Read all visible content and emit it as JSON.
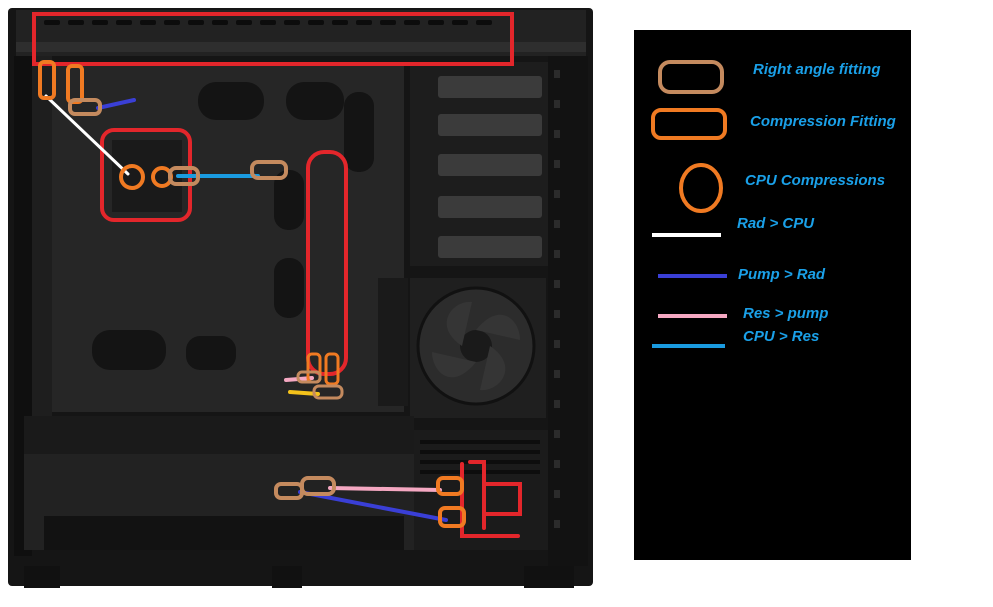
{
  "colors": {
    "page_bg": "#ffffff",
    "case_dark": "#1b1b1b",
    "case_panel": "#2a2a2a",
    "case_edge": "#3a3a3a",
    "legend_bg": "#000000",
    "legend_text": "#1aa0e8",
    "annotation_red": "#e3262b",
    "right_angle": "#c48a5e",
    "compression": "#f07a22",
    "cpu": "#f07a22",
    "rad_cpu": "#ffffff",
    "pump_rad": "#3a3fd6",
    "res_pump": "#f5a8c2",
    "cpu_res": "#1a9be0",
    "yellow": "#f4c21b"
  },
  "legend": {
    "items": [
      {
        "label": "Right angle fitting",
        "symbol": "rounded-rect",
        "color": "#c48a5e"
      },
      {
        "label": "Compression Fitting",
        "symbol": "rounded-rect",
        "color": "#f07a22"
      },
      {
        "label": "CPU Compressions",
        "symbol": "ellipse",
        "color": "#f07a22"
      },
      {
        "label": "Rad > CPU",
        "symbol": "line",
        "color": "#ffffff"
      },
      {
        "label": "Pump > Rad",
        "symbol": "line",
        "color": "#3a3fd6"
      },
      {
        "label": "Res > pump",
        "symbol": "line",
        "color": "#f5a8c2"
      },
      {
        "label": "CPU > Res",
        "symbol": "line",
        "color": "#1a9be0"
      }
    ]
  },
  "icons": {
    "case": "pc-case-photo",
    "fan": "case-fan-icon"
  }
}
